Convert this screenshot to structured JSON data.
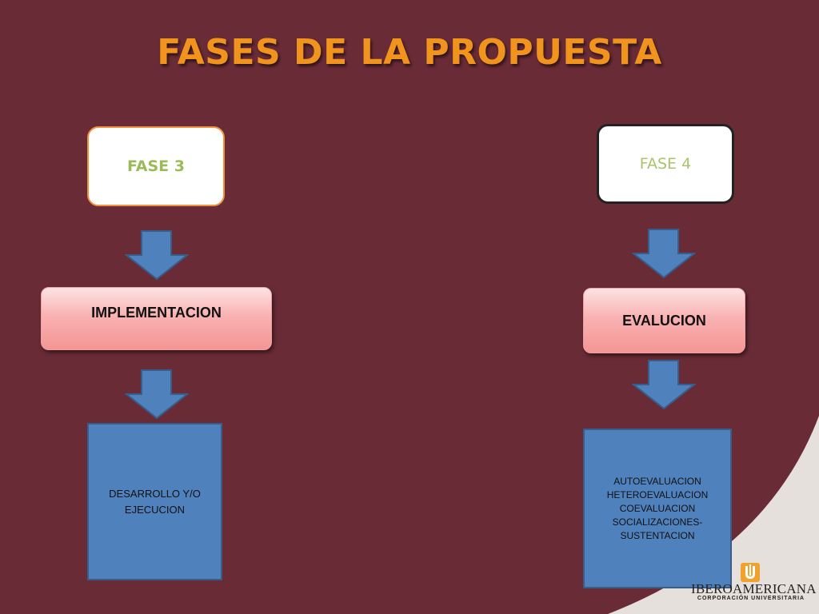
{
  "title": "FASES DE LA PROPUESTA",
  "phases": [
    {
      "label": "FASE 3",
      "stage": "IMPLEMENTACION",
      "details": [
        "DESARROLLO  Y/O",
        "EJECUCION"
      ]
    },
    {
      "label": "FASE 4",
      "stage": "EVALUCION",
      "details": [
        "AUTOEVALUACION",
        "HETEROEVALUACION",
        "COEVALUACION",
        "SOCIALIZACIONES-",
        "SUSTENTACION"
      ]
    }
  ],
  "logo": {
    "name": "IBEROAMERICANA",
    "subtitle": "CORPORACIÓN UNIVERSITARIA"
  },
  "colors": {
    "background": "#692b36",
    "title": "#f0941e",
    "phase_text": "#9bbb59",
    "arrow": "#4f81bd",
    "detail_box": "#4f81bd"
  }
}
